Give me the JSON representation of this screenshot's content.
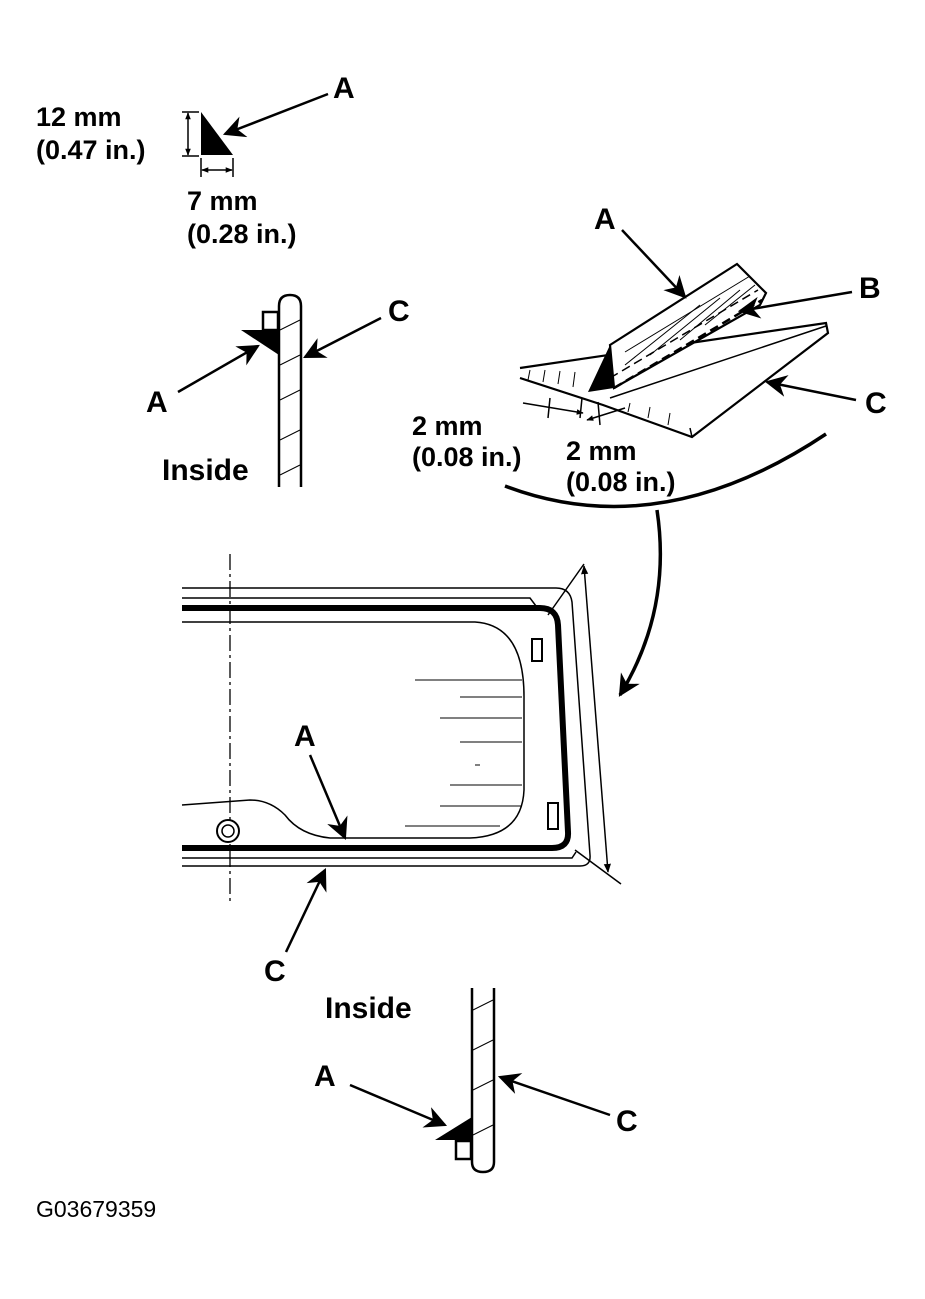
{
  "profile": {
    "height_mm": "12 mm",
    "height_in": "(0.47 in.)",
    "width_mm": "7 mm",
    "width_in": "(0.28 in.)",
    "callout": "A"
  },
  "section_top": {
    "callout_adhesive": "A",
    "callout_glass": "C",
    "side_label": "Inside"
  },
  "detail": {
    "callout_adhesive": "A",
    "callout_dam": "B",
    "callout_glass": "C",
    "gap1_mm": "2 mm",
    "gap1_in": "(0.08 in.)",
    "gap2_mm": "2 mm",
    "gap2_in": "(0.08 in.)"
  },
  "window": {
    "callout_adhesive": "A",
    "callout_glass": "C"
  },
  "section_bottom": {
    "callout_adhesive": "A",
    "callout_glass": "C",
    "side_label": "Inside"
  },
  "figure_code": "G03679359"
}
